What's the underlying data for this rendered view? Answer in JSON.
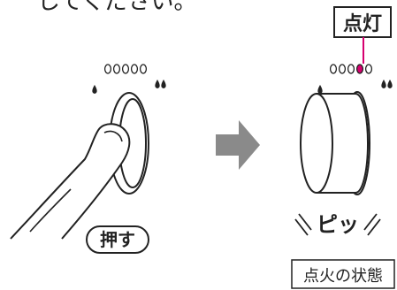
{
  "instruction_text": "してください。",
  "push_label": "押す",
  "beep_label": "ピッ",
  "lit_label": "点灯",
  "status_label": "点火の状態",
  "indicator": {
    "lamp_count": 5,
    "lit_index_after": 3,
    "lit_color": "#d6006f",
    "off_color": "#ffffff",
    "outline_color": "#222222"
  },
  "arrow_color": "#8a8a8a"
}
